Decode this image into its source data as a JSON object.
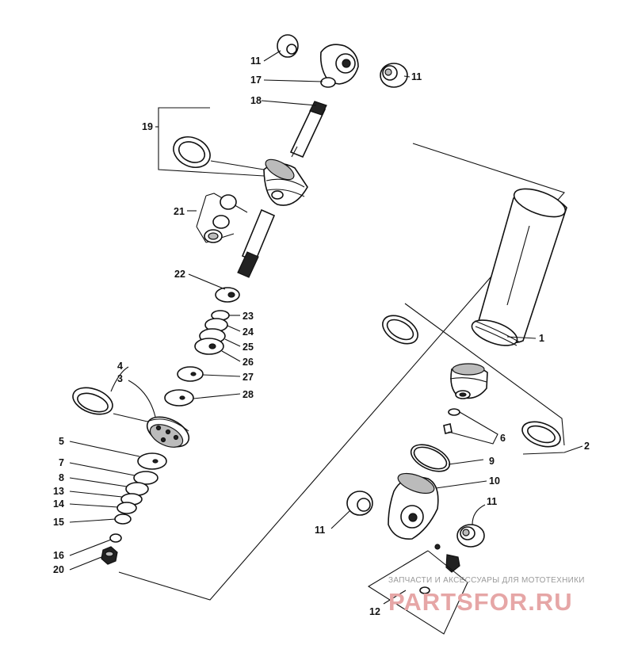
{
  "watermark": {
    "subtitle": "ЗАПЧАСТИ И АКСЕССУАРЫ ДЛЯ МОТОТЕХНИКИ",
    "logo": "PARTSFOR.RU",
    "logo_color": "#e6a6a6"
  },
  "callouts": {
    "c1": "1",
    "c2": "2",
    "c3": "3",
    "c4": "4",
    "c5": "5",
    "c6": "6",
    "c7": "7",
    "c8": "8",
    "c9": "9",
    "c10": "10",
    "c11a": "11",
    "c11b": "11",
    "c11c": "11",
    "c11d": "11",
    "c12": "12",
    "c13": "13",
    "c14": "14",
    "c15": "15",
    "c16": "16",
    "c17": "17",
    "c18": "18",
    "c19": "19",
    "c20": "20",
    "c21": "21",
    "c22": "22",
    "c23": "23",
    "c24": "24",
    "c25": "25",
    "c26": "26",
    "c27": "27",
    "c28": "28"
  }
}
